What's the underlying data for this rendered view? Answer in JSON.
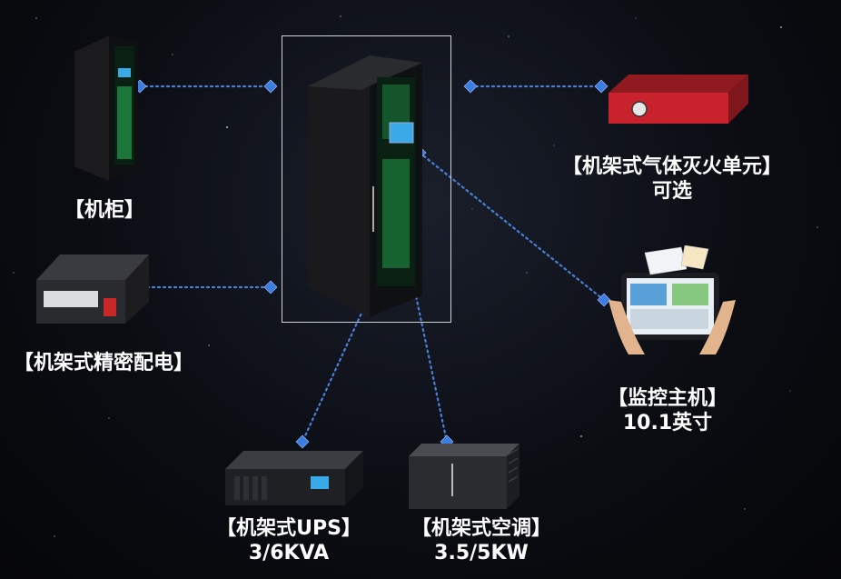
{
  "nodes": {
    "cabinet": {
      "line1": "【机柜】"
    },
    "pdu": {
      "line1": "【机架式精密配电】"
    },
    "gas": {
      "line1": "【机架式气体灭火单元】",
      "line2": "可选"
    },
    "monitor": {
      "line1": "【监控主机】",
      "line2": "10.1英寸"
    },
    "ups": {
      "line1": "【机架式UPS】",
      "line2": "3/6KVA"
    },
    "ac": {
      "line1": "【机架式空调】",
      "line2": "3.5/5KW"
    }
  },
  "colors": {
    "connector": "#4a7fd6",
    "node_marker": "#3b7de0",
    "gas_unit": "#c8232c",
    "cabinet_led": "#2fe36a"
  }
}
